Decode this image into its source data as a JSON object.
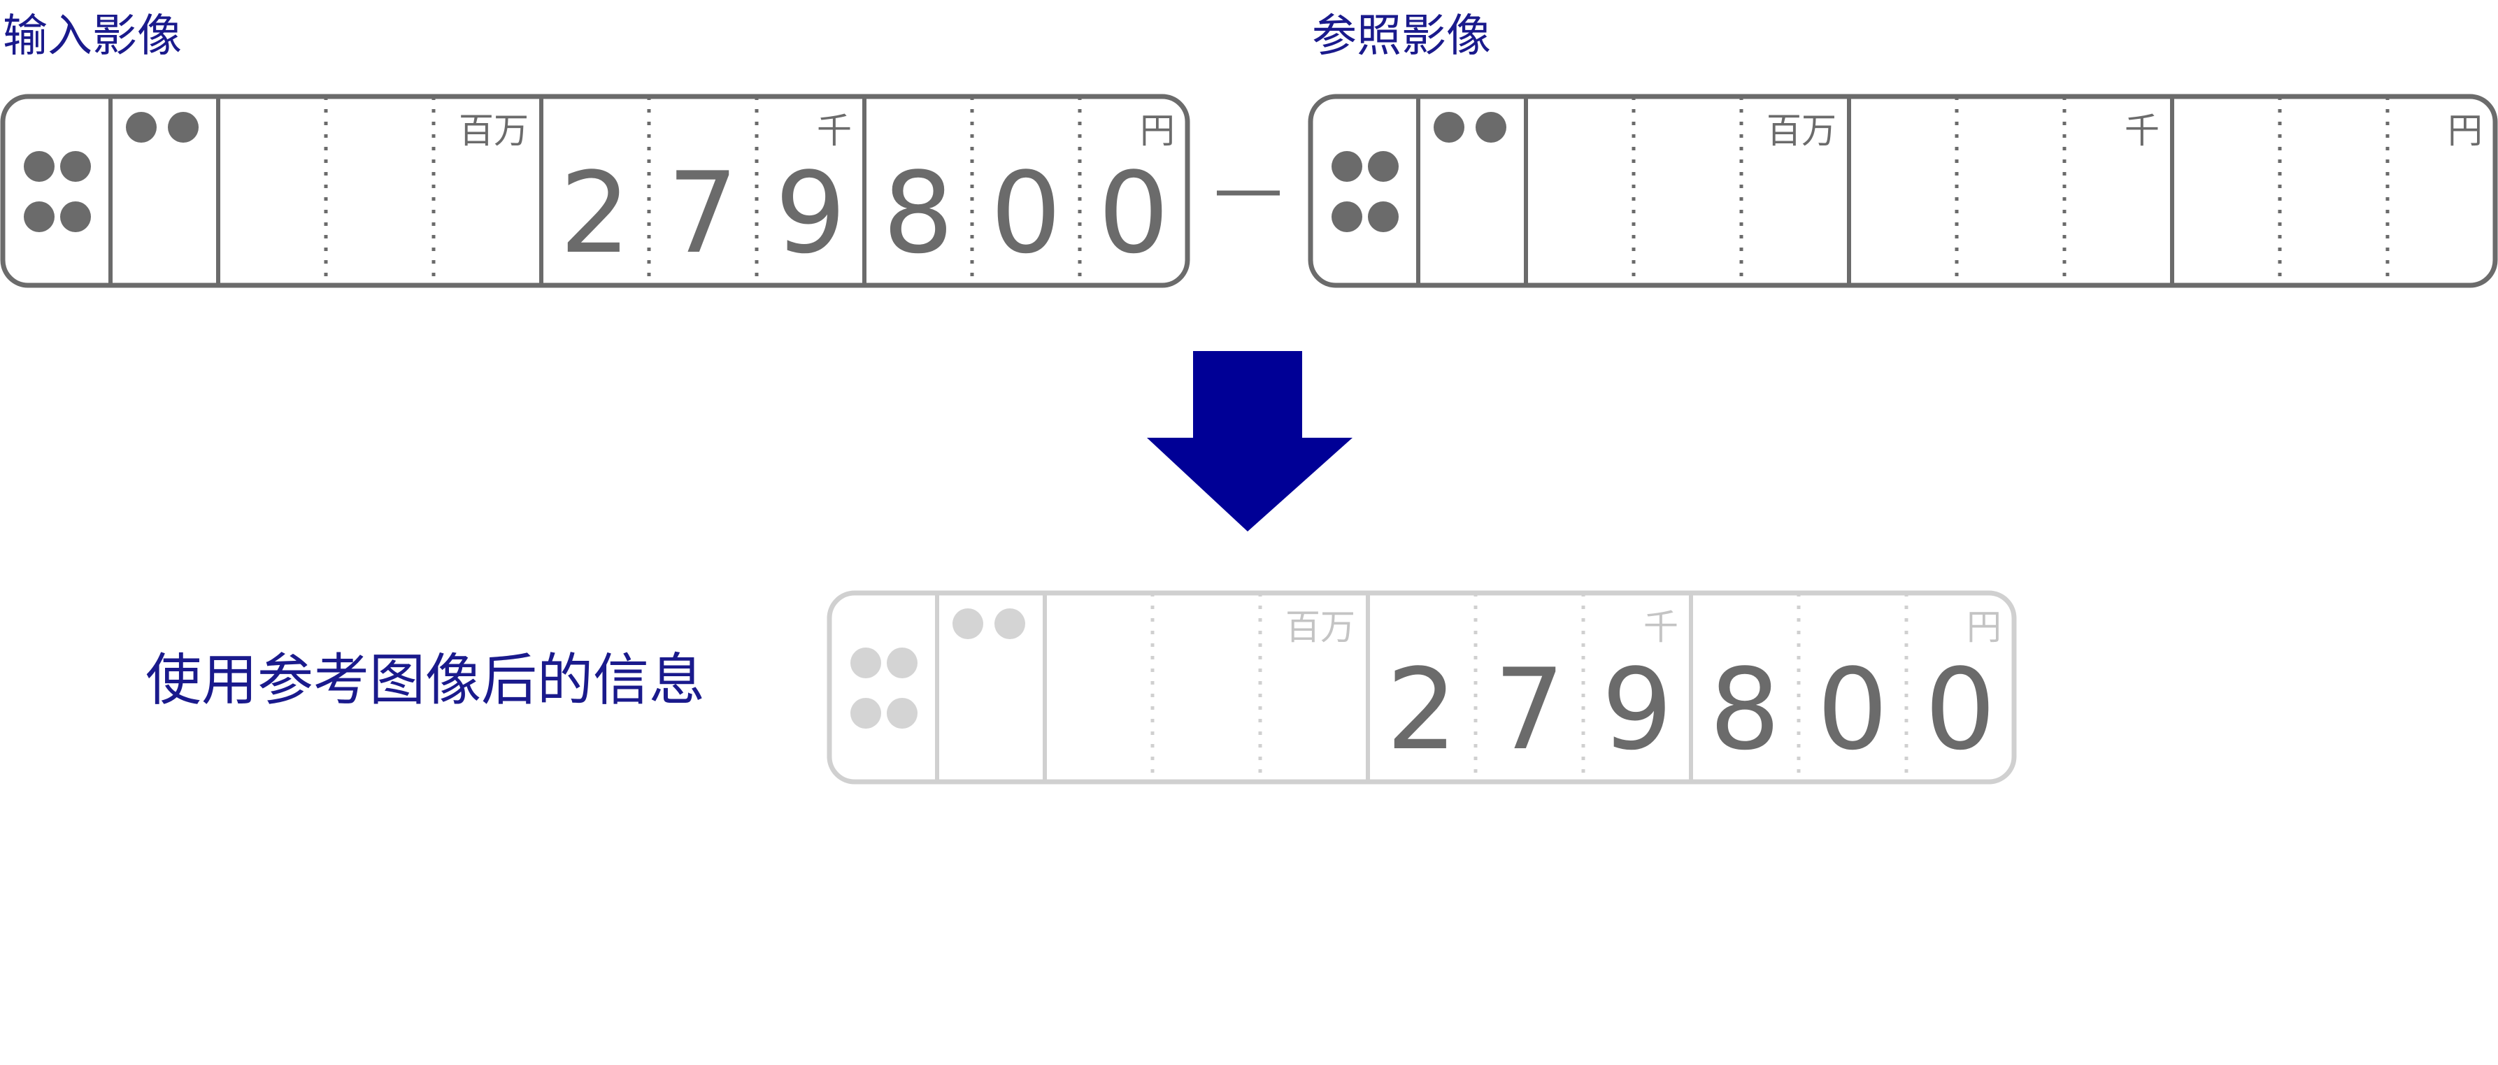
{
  "labels": {
    "input": "输入影像",
    "reference": "参照影像",
    "result": "使用参考图像后的信息",
    "minus": "－"
  },
  "units": {
    "millions": "百万",
    "thousands": "千",
    "yen": "円"
  },
  "digits": {
    "input": [
      "",
      "",
      "",
      "2",
      "7",
      "9",
      "8",
      "0",
      "0"
    ],
    "reference": [
      "",
      "",
      "",
      "",
      "",
      "",
      "",
      "",
      ""
    ],
    "result": [
      "",
      "",
      "",
      "2",
      "7",
      "9",
      "8",
      "0",
      "0"
    ]
  },
  "colors": {
    "label_text": "#1a1a8c",
    "box_stroke": "#6b6b6b",
    "box_stroke_faded": "#d0d0d0",
    "dot_fill": "#6b6b6b",
    "dot_fill_faded": "#d4d4d4",
    "digit_text": "#6b6b6b",
    "unit_text": "#6b6b6b",
    "unit_text_faded": "#c4c4c4",
    "arrow": "#000096"
  },
  "icons": {
    "four_dots": "four-dots-mark",
    "two_dots": "two-dots-mark",
    "arrow": "down-arrow"
  }
}
